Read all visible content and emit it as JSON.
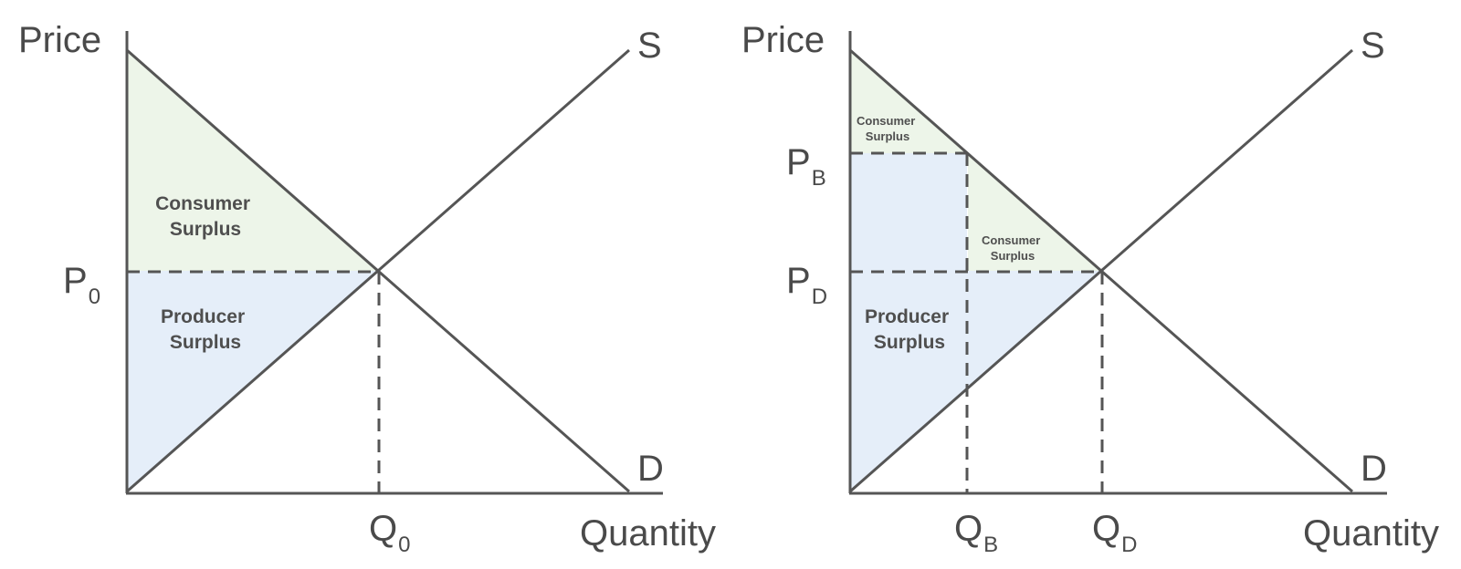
{
  "colors": {
    "consumer_surplus_fill": "#edf5e9",
    "producer_surplus_fill": "#e5eef9",
    "line": "#555555",
    "text": "#4a4a4a"
  },
  "left": {
    "price_axis": "Price",
    "quantity_axis": "Quantity",
    "supply_label": "S",
    "demand_label": "D",
    "price_marker": {
      "main": "P",
      "sub": "0"
    },
    "quantity_marker": {
      "main": "Q",
      "sub": "0"
    },
    "consumer_surplus": [
      "Consumer",
      "Surplus"
    ],
    "producer_surplus": [
      "Producer",
      "Surplus"
    ]
  },
  "right": {
    "price_axis": "Price",
    "quantity_axis": "Quantity",
    "supply_label": "S",
    "demand_label": "D",
    "price_marker_b": {
      "main": "P",
      "sub": "B"
    },
    "price_marker_d": {
      "main": "P",
      "sub": "D"
    },
    "quantity_marker_b": {
      "main": "Q",
      "sub": "B"
    },
    "quantity_marker_d": {
      "main": "Q",
      "sub": "D"
    },
    "consumer_surplus_top": [
      "Consumer",
      "Surplus"
    ],
    "consumer_surplus_mid": [
      "Consumer",
      "Surplus"
    ],
    "producer_surplus": [
      "Producer",
      "Surplus"
    ]
  }
}
